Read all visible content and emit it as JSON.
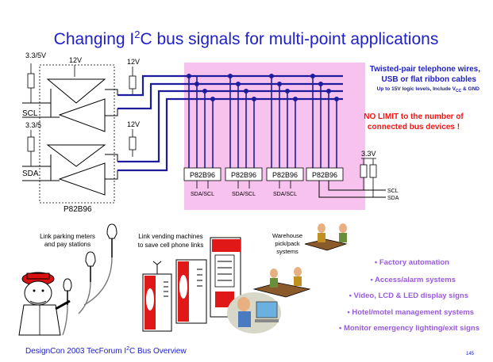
{
  "slide": {
    "title_pre": "Changing I",
    "title_sup": "2",
    "title_post": "C bus signals for multi-point applications",
    "footer_pre": "DesignCon 2003  TecForum  I",
    "footer_sup": "2",
    "footer_post": "C Bus Overview",
    "page_number": "145"
  },
  "diagram": {
    "supply_left_top": "3.3/5V",
    "supply_left_mid": "3.3/5",
    "supply_12v": [
      "12V",
      "12V",
      "12V"
    ],
    "scl_label": "SCL",
    "sda_label": "SDA",
    "chip_label": "P82B96",
    "nodes": [
      {
        "chip": "P82B96",
        "sub": "SDA/SCL"
      },
      {
        "chip": "P82B96",
        "sub": "SDA/SCL"
      },
      {
        "chip": "P82B96",
        "sub": "SDA/SCL"
      },
      {
        "chip": "P82B96",
        "sub": ""
      }
    ],
    "supply_right": "3.3V",
    "right_scl": "SCL",
    "right_sda": "SDA",
    "wires_line1": "Twisted-pair telephone wires,",
    "wires_line2": "USB or flat ribbon cables",
    "wires_line3_pre": "Up to 15V logic levels, Include V",
    "wires_line3_sub": "CC",
    "wires_line3_post": " & GND",
    "nolimit_line1": "NO LIMIT to the number of",
    "nolimit_line2": "connected bus devices !"
  },
  "apps": {
    "parking_line1": "Link parking meters",
    "parking_line2": "and pay stations",
    "vending_line1": "Link vending machines",
    "vending_line2": "to save cell phone links",
    "warehouse_line1": "Warehouse",
    "warehouse_line2": "pick/pack",
    "warehouse_line3": "systems",
    "bullets": [
      "• Factory automation",
      "• Access/alarm systems",
      "• Video, LCD & LED display signs",
      "• Hotel/motel management systems",
      "• Monitor emergency lighting/exit signs"
    ]
  },
  "colors": {
    "title": "#2020c8",
    "wires": "#1c1c9c",
    "pink_panel": "#f7c3ee",
    "accent_red": "#ff1010",
    "bullet_purple": "#9a5ae0",
    "chip_blue": "#1c1c9c"
  }
}
